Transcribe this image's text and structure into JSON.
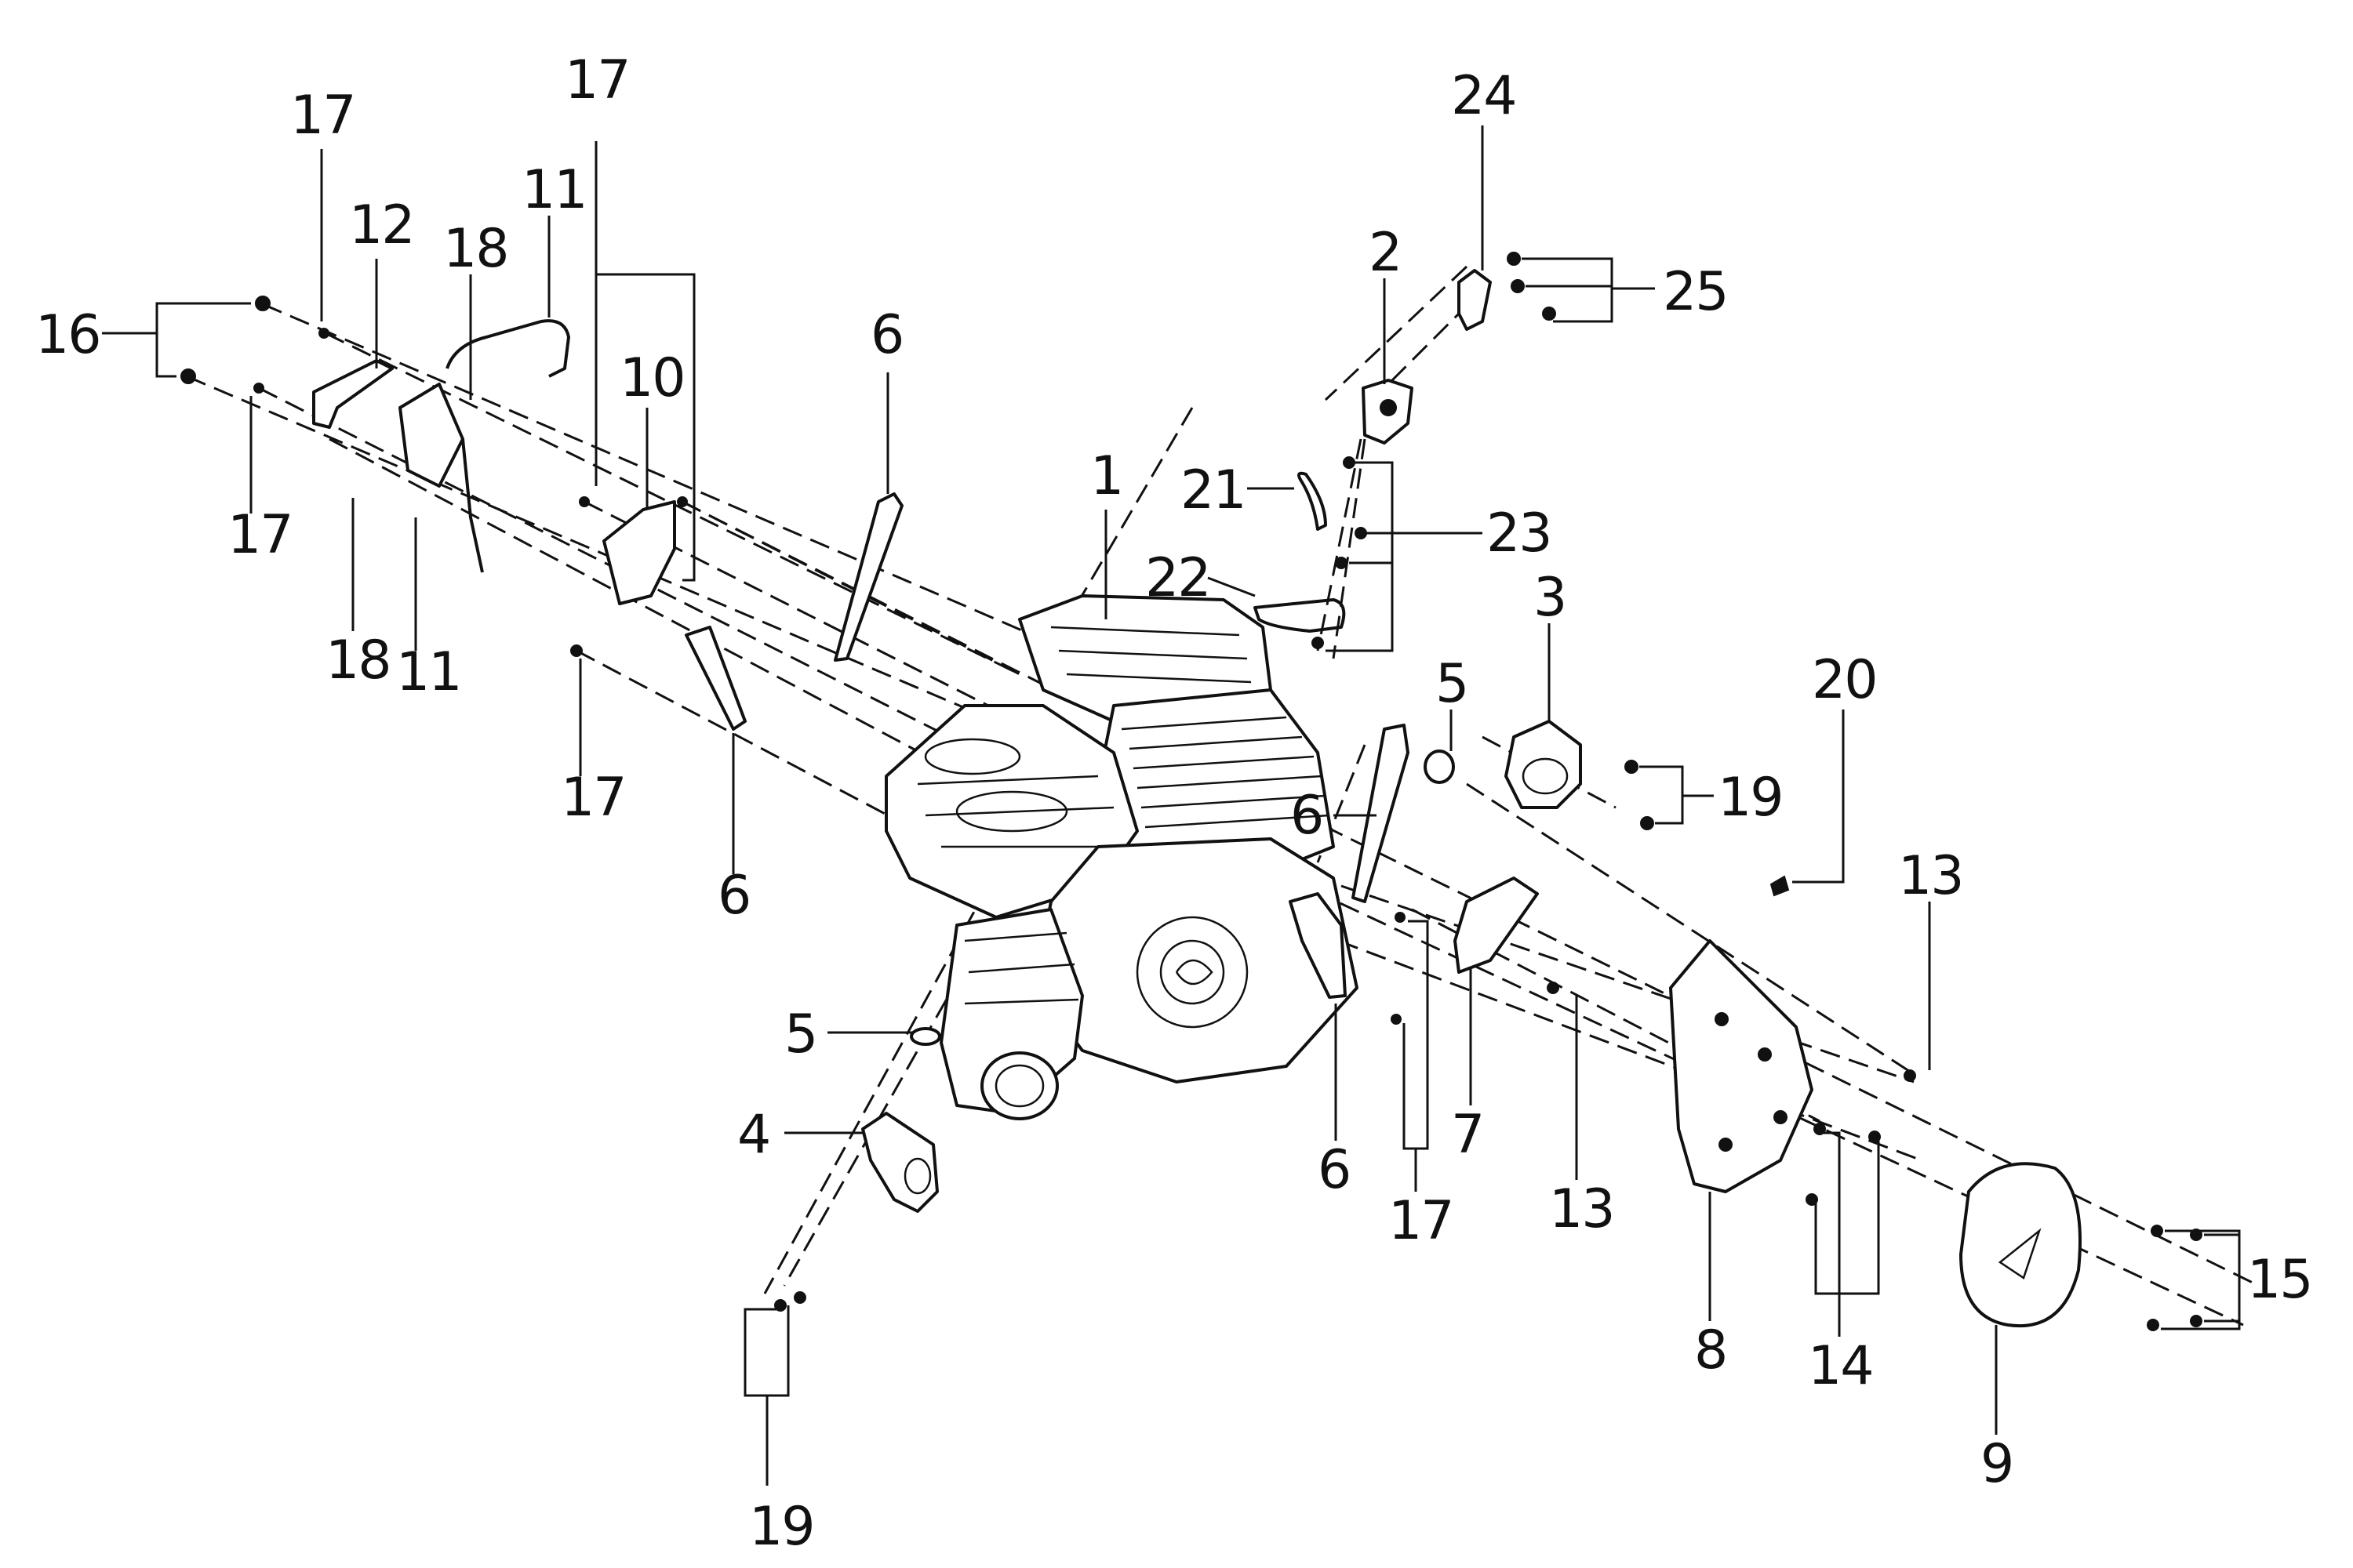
{
  "callouts": [
    {
      "id": "c1",
      "text": "1"
    },
    {
      "id": "c2",
      "text": "2"
    },
    {
      "id": "c3",
      "text": "3"
    },
    {
      "id": "c4",
      "text": "4"
    },
    {
      "id": "c5a",
      "text": "5"
    },
    {
      "id": "c5b",
      "text": "5"
    },
    {
      "id": "c6a",
      "text": "6"
    },
    {
      "id": "c6b",
      "text": "6"
    },
    {
      "id": "c6c",
      "text": "6"
    },
    {
      "id": "c6d",
      "text": "6"
    },
    {
      "id": "c7",
      "text": "7"
    },
    {
      "id": "c8",
      "text": "8"
    },
    {
      "id": "c9",
      "text": "9"
    },
    {
      "id": "c10",
      "text": "10"
    },
    {
      "id": "c11a",
      "text": "11"
    },
    {
      "id": "c11b",
      "text": "11"
    },
    {
      "id": "c12",
      "text": "12"
    },
    {
      "id": "c13a",
      "text": "13"
    },
    {
      "id": "c13b",
      "text": "13"
    },
    {
      "id": "c14",
      "text": "14"
    },
    {
      "id": "c15",
      "text": "15"
    },
    {
      "id": "c16",
      "text": "16"
    },
    {
      "id": "c17a",
      "text": "17"
    },
    {
      "id": "c17b",
      "text": "17"
    },
    {
      "id": "c17c",
      "text": "17"
    },
    {
      "id": "c17d",
      "text": "17"
    },
    {
      "id": "c17e",
      "text": "17"
    },
    {
      "id": "c18a",
      "text": "18"
    },
    {
      "id": "c18b",
      "text": "18"
    },
    {
      "id": "c19a",
      "text": "19"
    },
    {
      "id": "c19b",
      "text": "19"
    },
    {
      "id": "c20",
      "text": "20"
    },
    {
      "id": "c21",
      "text": "21"
    },
    {
      "id": "c22",
      "text": "22"
    },
    {
      "id": "c23",
      "text": "23"
    },
    {
      "id": "c24",
      "text": "24"
    },
    {
      "id": "c25",
      "text": "25"
    }
  ]
}
